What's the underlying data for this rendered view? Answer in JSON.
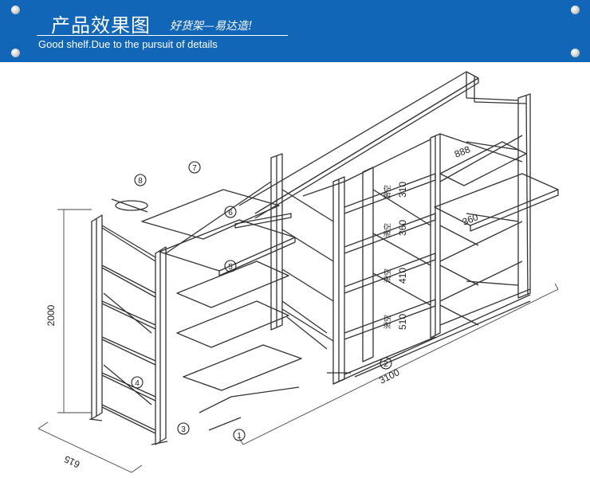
{
  "banner": {
    "title_cn": "产品效果图",
    "slogan_cn": "好货架—易达造!",
    "subtitle_en": "Good shelf.Due to the pursuit of details",
    "bg_color": "#1266b8"
  },
  "dimensions": {
    "height": "2000",
    "length": "3100",
    "depth": "615"
  },
  "shelf_labels": {
    "tier_1": "310",
    "tier_2": "360",
    "tier_3": "410",
    "tier_4": "510",
    "right_top": "888",
    "right_mid": "360",
    "slide_note": "滑空"
  },
  "callouts": [
    "1",
    "2",
    "3",
    "4",
    "5",
    "6",
    "7",
    "8"
  ]
}
